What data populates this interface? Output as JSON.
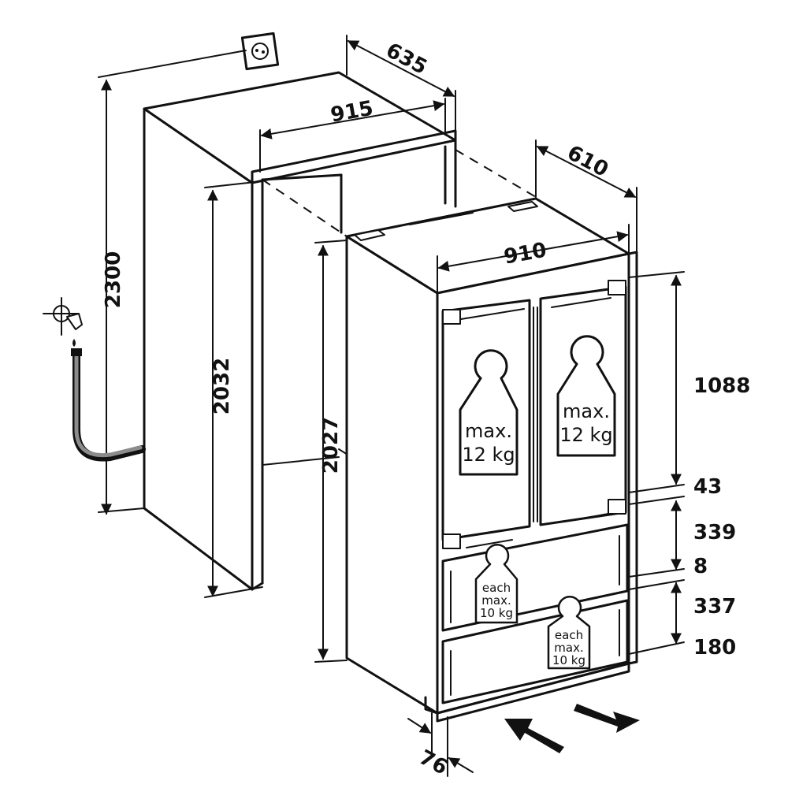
{
  "dimensions": {
    "niche_total_height": "2300",
    "niche_height": "2032",
    "niche_width": "915",
    "niche_depth": "635",
    "appliance_width": "910",
    "appliance_depth": "610",
    "appliance_height": "2027",
    "upper_door_height": "1088",
    "gap_upper": "43",
    "drawer1_height": "339",
    "gap_middle": "8",
    "drawer2_height": "337",
    "bottom_height": "180",
    "plinth_depth": "76"
  },
  "weights": {
    "door_left": {
      "line1": "max.",
      "line2": "12 kg"
    },
    "door_right": {
      "line1": "max.",
      "line2": "12 kg"
    },
    "drawer_upper": {
      "line1": "each",
      "line2": "max.",
      "line3": "10 kg"
    },
    "drawer_lower": {
      "line1": "each",
      "line2": "max.",
      "line3": "10 kg"
    }
  },
  "icons": [
    "power-socket-icon",
    "water-tap-icon",
    "water-hose-icon",
    "insert-arrow-icon",
    "remove-arrow-icon"
  ]
}
